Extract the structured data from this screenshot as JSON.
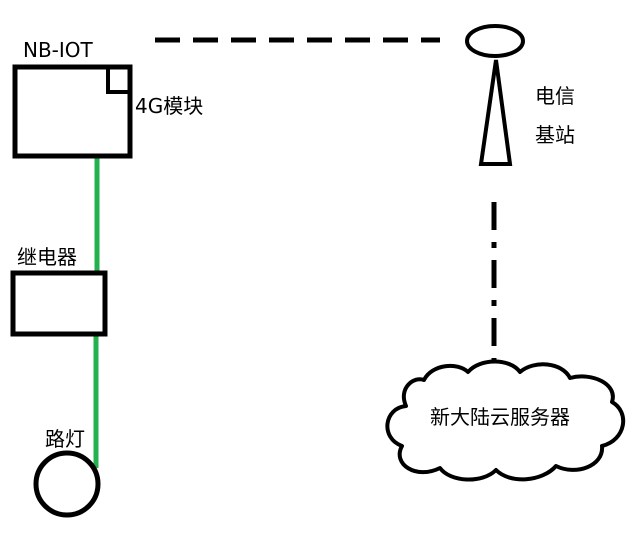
{
  "labels": {
    "nbiot": "NB-IOT",
    "module_4g": "4G模块",
    "relay": "继电器",
    "streetlight": "路灯",
    "telecom_line1": "电信",
    "telecom_line2": "基站",
    "cloud_server": "新大陆云服务器"
  },
  "colors": {
    "wire": "#22b14c",
    "stroke": "#000000",
    "background": "#ffffff"
  }
}
